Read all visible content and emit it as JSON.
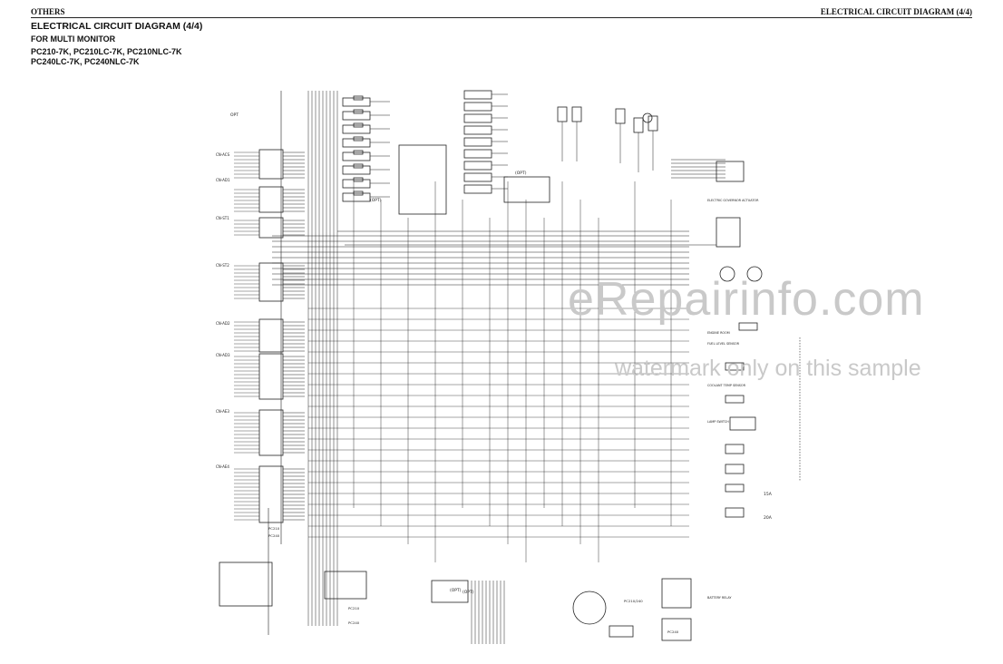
{
  "header": {
    "section": "OTHERS",
    "running_title": "ELECTRICAL CIRCUIT DIAGRAM (4/4)"
  },
  "title": "ELECTRICAL CIRCUIT DIAGRAM (4/4)",
  "subtitle": "FOR MULTI MONITOR",
  "models": [
    "PC210-7K, PC210LC-7K, PC210NLC-7K",
    "PC240LC-7K, PC240NLC-7K"
  ],
  "watermark": {
    "main": "eRepairinfo.com",
    "sub": "watermark only on this sample"
  },
  "diagram": {
    "connectors_left": [
      "CN-ACS",
      "CN-AD1",
      "CN-ST1",
      "CN-ST2",
      "CN-AD2",
      "CN-AD3",
      "CN-AE3",
      "CN-AE4"
    ],
    "right_labels": [
      "ELECTRIC GOVERNOR ACTUATOR",
      "ENGINE ROOM",
      "FUEL LEVEL SENSOR",
      "COOLANT TEMP SENSOR",
      "LAMP SWITCH",
      "BATTERY RELAY"
    ],
    "opt_labels": [
      "OPT",
      "(OPT)",
      "(OPT)",
      "(OPT)",
      "(OPT)"
    ],
    "model_tags": [
      "PC210",
      "PC240",
      "PC210",
      "PC240",
      "PC210/240",
      "PC240"
    ],
    "row_refs": [
      "15A",
      "20A"
    ]
  }
}
